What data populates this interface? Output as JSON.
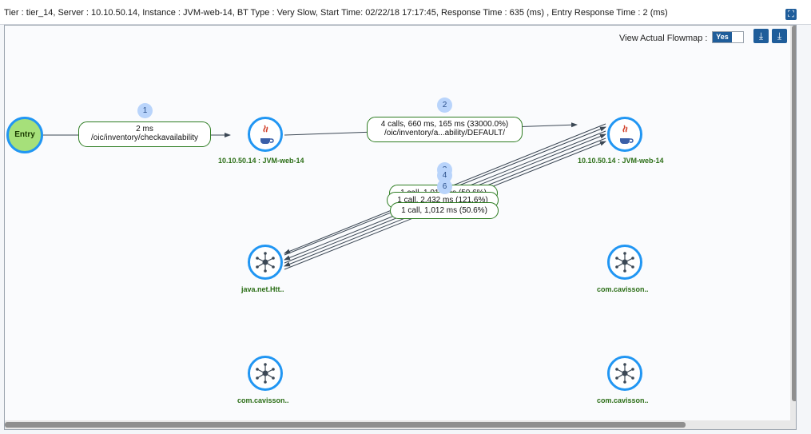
{
  "header": {
    "title": "Tier : tier_14,  Server : 10.10.50.14,  Instance : JVM-web-14,  BT Type : Very Slow, Start Time: 02/22/18 17:17:45, Response Time : 635 (ms) , Entry Response Time : 2 (ms)"
  },
  "toolbar": {
    "flowmap_label": "View Actual Flowmap :",
    "toggle_value": "Yes"
  },
  "nodes": {
    "entry": "Entry",
    "jvm1": "10.10.50.14 : JVM-web-14",
    "jvm2": "10.10.50.14 : JVM-web-14",
    "http": "java.net.Htt..",
    "cav1": "com.cavisson..",
    "cav2": "com.cavisson..",
    "cav3": "com.cavisson.."
  },
  "edges": [
    {
      "badge": "1",
      "line1": "2 ms",
      "line2": "/oic/inventory/checkavailability"
    },
    {
      "badge": "2",
      "line1": "4 calls, 660 ms, 165 ms (33000.0%)",
      "line2": "/oic/inventory/a...ability/DEFAULT/"
    },
    {
      "badge": "3",
      "line1": "1 call, 1,012 ms (50.6%)"
    },
    {
      "badge": "4",
      "line1": "1 call, 2,432 ms (121.6%)"
    },
    {
      "badge": "6",
      "line1": "1 call, 1,012 ms (50.6%)"
    }
  ],
  "colors": {
    "node_border": "#2196f3",
    "entry_fill": "#a6e07a",
    "edge_border": "#2e7d22",
    "badge_fill": "#b9d4fb",
    "button_fill": "#1f5d9a"
  },
  "icons": [
    "maximize-icon",
    "download-icon",
    "java-icon",
    "hub-icon"
  ]
}
